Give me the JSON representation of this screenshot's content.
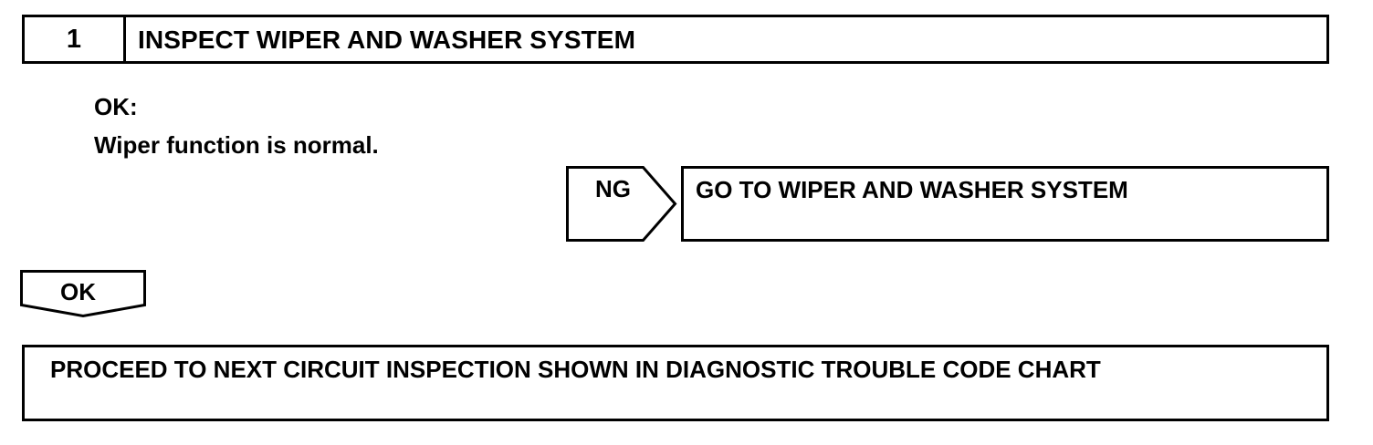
{
  "step": {
    "number": "1",
    "title": "INSPECT WIPER AND WASHER SYSTEM"
  },
  "criteria": {
    "heading": "OK:",
    "description": "Wiper function is normal."
  },
  "ng_branch": {
    "label": "NG",
    "result": "GO TO WIPER AND WASHER SYSTEM"
  },
  "ok_branch": {
    "label": "OK",
    "result": "PROCEED TO NEXT CIRCUIT INSPECTION SHOWN IN DIAGNOSTIC TROUBLE CODE CHART"
  }
}
